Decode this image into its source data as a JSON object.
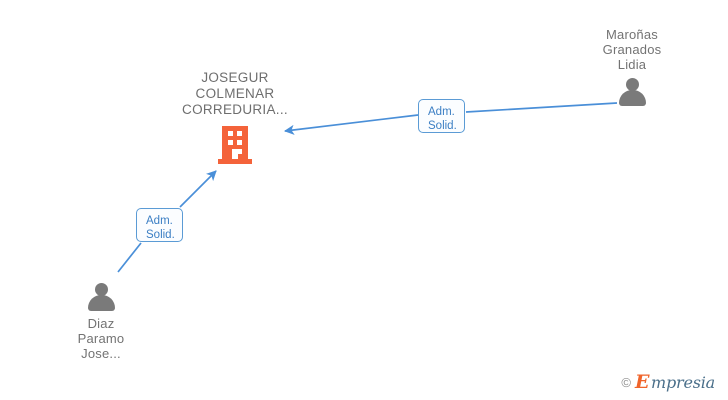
{
  "graph": {
    "background_color": "#ffffff",
    "edge_color": "#4a8fd8",
    "company_color": "#F4633A",
    "person_color": "#7a7a7a",
    "label_text_color": "#737373",
    "box_border_color": "#5b9bd5",
    "box_text_color": "#3c7fc4",
    "company": {
      "name": "JOSEGUR\nCOLMENAR\nCORREDURIA...",
      "icon": "building-icon"
    },
    "persons": [
      {
        "id": "person-top",
        "name": "Maroñas\nGranados\nLidia",
        "icon": "person-icon",
        "label_position": "above"
      },
      {
        "id": "person-bottom",
        "name": "Diaz\nParamo\nJose...",
        "icon": "person-icon",
        "label_position": "below"
      }
    ],
    "edges": [
      {
        "id": "edge-top",
        "from": "person-top",
        "to": "company",
        "label": "Adm.\nSolid.",
        "direction": "to-company"
      },
      {
        "id": "edge-bottom",
        "from": "person-bottom",
        "to": "company",
        "label": "Adm.\nSolid.",
        "direction": "to-company"
      }
    ]
  },
  "watermark": {
    "copyright": "©",
    "brand_initial": "E",
    "brand_rest": "mpresia"
  }
}
